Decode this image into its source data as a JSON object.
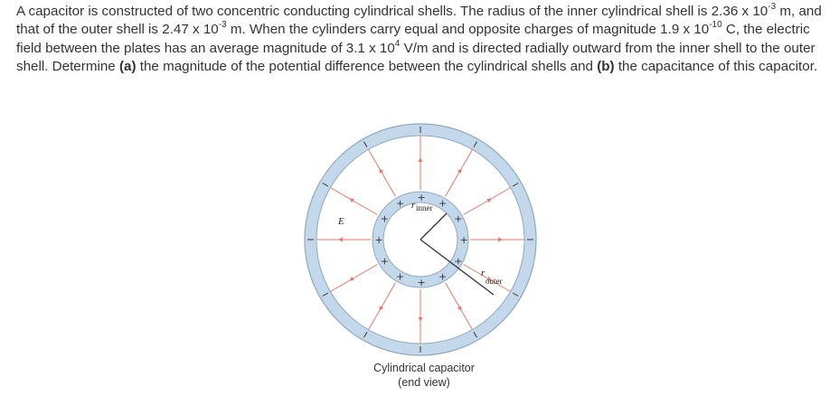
{
  "problem": {
    "s1": "A capacitor is constructed of two concentric conducting cylindrical shells. The radius of the inner cylindrical shell is 2.36 x 10",
    "e1": "-3",
    "s2": " m, and that of the outer shell is 2.47 x 10",
    "e2": "-3",
    "s3": " m. When the cylinders carry equal and opposite charges of magnitude 1.9 x 10",
    "e3": "-10",
    "s4": " C, the electric field between the plates has an average magnitude of 3.1 x 10",
    "e4": "4",
    "s5": " V/m and is directed radially outward from the inner shell to the outer shell. Determine ",
    "part_a": "(a)",
    "s6": " the magnitude of the potential difference between the cylindrical shells and ",
    "part_b": "(b)",
    "s7": " the capacitance of this capacitor."
  },
  "figure": {
    "field_label": "E",
    "r_symbol": "r",
    "inner_sub": "inner",
    "outer_sub": "outer",
    "plus": "+",
    "minus": "–",
    "caption_line1": "Cylindrical capacitor",
    "caption_line2": "(end view)",
    "colors": {
      "shell_fill": "#c9dced",
      "shell_edge": "#8fa9be",
      "arrow": "#e8776a",
      "radius_line": "#333333"
    }
  }
}
